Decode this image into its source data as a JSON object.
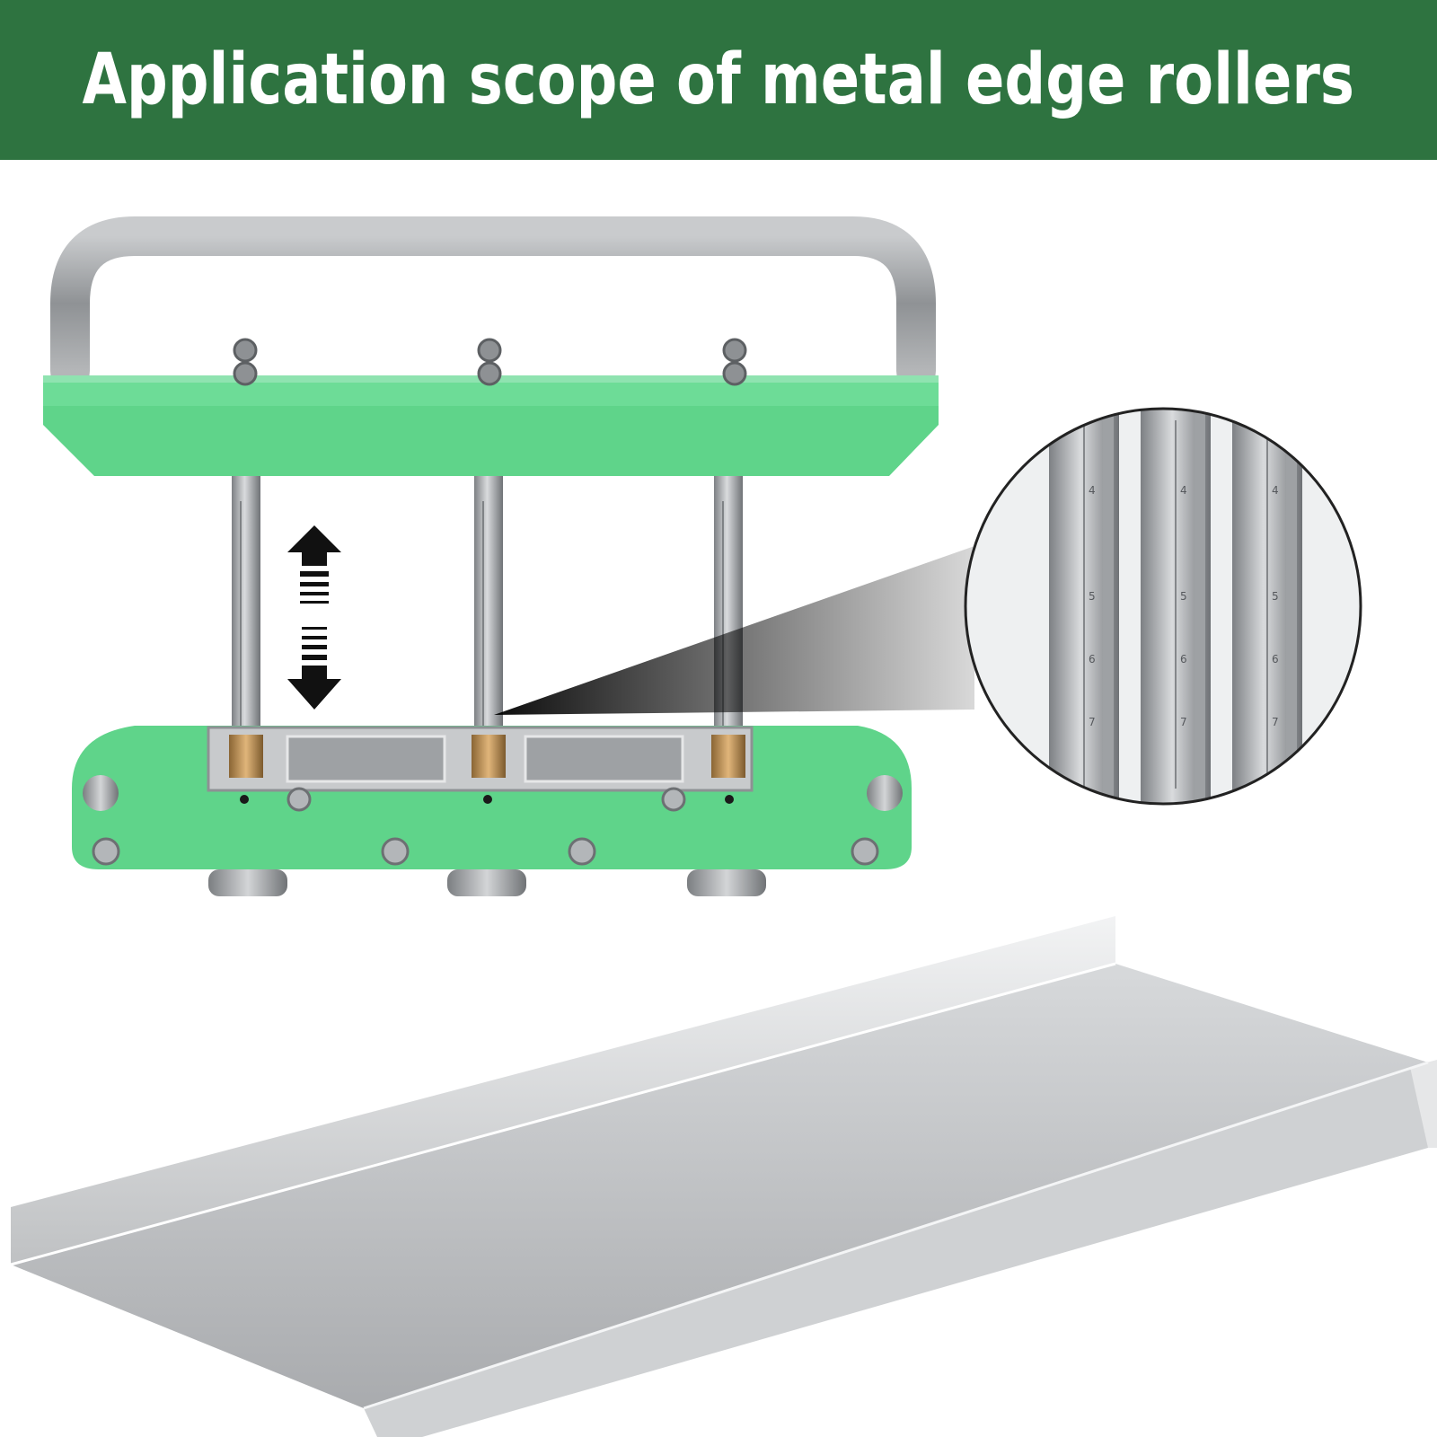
{
  "banner": {
    "title": "Application scope of metal edge rollers",
    "background": "#2e7340",
    "text_color": "#ffffff"
  },
  "product": {
    "body_color": "#5fd48a",
    "handle_color": "#a7aaad",
    "bushing_color": "#b98c52",
    "rod_color": "#a9acaf"
  },
  "icons": {
    "adjust_arrow": "double-vertical-arrow-icon",
    "zoom_circle": "magnified-scale-rods"
  },
  "scale_digits": [
    "4",
    "5",
    "6",
    "7"
  ]
}
